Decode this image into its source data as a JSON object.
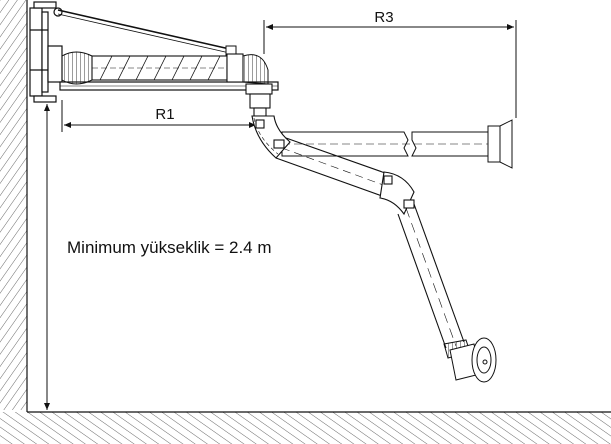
{
  "labels": {
    "r3": "R3",
    "r1": "R1",
    "min_height": "Minimum yükseklik = 2.4 m"
  },
  "colors": {
    "ink": "#111111",
    "hatch": "#444444",
    "background": "#ffffff"
  }
}
